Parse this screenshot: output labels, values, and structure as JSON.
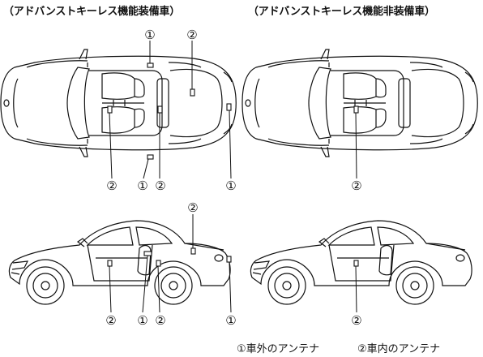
{
  "titles": {
    "with_keyless": "（アドバンストキーレス機能装備車）",
    "without_keyless": "（アドバンストキーレス機能非装備車）"
  },
  "markers": {
    "outside": "①",
    "inside": "②"
  },
  "legend": {
    "outside": "①車外のアンテナ",
    "inside": "②車内のアンテナ"
  }
}
